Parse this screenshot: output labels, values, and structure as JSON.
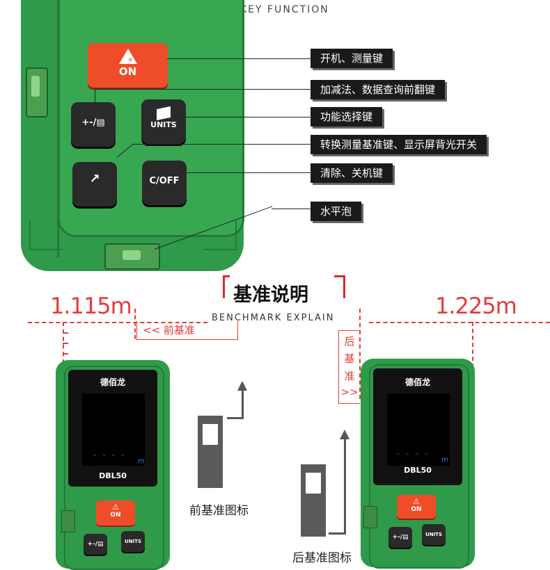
{
  "header": {
    "key_function": "KEY FUNCTION"
  },
  "device_top": {
    "on_label": "ON",
    "minus_label": "+-/▤",
    "units_label": "UNITS",
    "coff_label": "C/OFF",
    "corner_label": "↗"
  },
  "callouts": [
    "开机、测量键",
    "加减法、数据查询前翻键",
    "功能选择键",
    "转换测量基准键、显示屏背光开关",
    "清除、关机键",
    "水平泡"
  ],
  "section": {
    "title": "基准说明",
    "subtitle": "BENCHMARK EXPLAIN"
  },
  "left_demo": {
    "reading": "1.115m",
    "tag": "<< 前基准",
    "caption": "前基准图标"
  },
  "right_demo": {
    "reading": "1.225m",
    "tag_chars": [
      "后",
      "基",
      "准",
      ">>"
    ],
    "caption": "后基准图标"
  },
  "small_device": {
    "brand": "德佰龙",
    "model": "DBL50",
    "unit": "m",
    "dashes": "- - - -",
    "on": "ON",
    "units": "UNITS"
  },
  "colors": {
    "device_green": "#2f9a49",
    "on_red": "#ef4d2a",
    "accent_red": "#e63a3a",
    "callout_bg": "#1a1a1a"
  }
}
